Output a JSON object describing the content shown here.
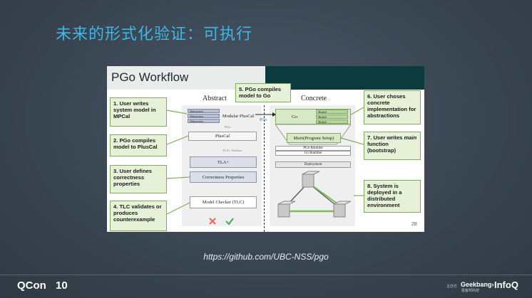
{
  "slide": {
    "title": "未来的形式化验证：可执行",
    "url": "https://github.com/UBC-NSS/pgo"
  },
  "panel": {
    "title": "PGo Workflow",
    "abstract_label": "Abstract",
    "concrete_label": "Concrete",
    "page_number": "28"
  },
  "steps": {
    "s1": "1. User writes system model in MPCal",
    "s2": "2. PGo compiles model to PlusCal",
    "s3": "3. User defines correctness properties",
    "s4": "4. TLC validates or produces counterexample",
    "s5": "5. PGo compiles model to Go",
    "s6": "6. User choses concrete implementation for abstractions",
    "s7_pre": "7. User writes ",
    "s7_em": "main",
    "s7_post": " function (bootstrap)",
    "s8": "8. System is deployed in a distributed environment"
  },
  "diagram": {
    "abstraction": "Abstraction",
    "module": "Module",
    "modular_pluscal": "Modular PlusCal",
    "pgo_small": "PGo",
    "pluscal": "PlusCal",
    "tla_toolbox": "TLA+ Toolbox",
    "tla": "TLA+",
    "correctness": "Correctness Properties",
    "model_checker": "Model Checker (TLC)",
    "pgo_arrow": "PGo",
    "go": "Go",
    "main_main": "Main",
    "main_rest": " (Program Setup)",
    "pgo_runtime": "PGo Runtime",
    "go_runtime": "Go Runtime",
    "deployment": "Deployment"
  },
  "footer": {
    "qcon": "QCon",
    "qcon_num": "10",
    "sponsor": "主办方",
    "geekbang": "Geekbang›",
    "geekbang_sub": "极客邦科技",
    "infoq": "InfoQ"
  },
  "colors": {
    "title": "#3fb6e6",
    "panel_header": "#0d3a3f",
    "step_box": "#e6f1d8"
  }
}
